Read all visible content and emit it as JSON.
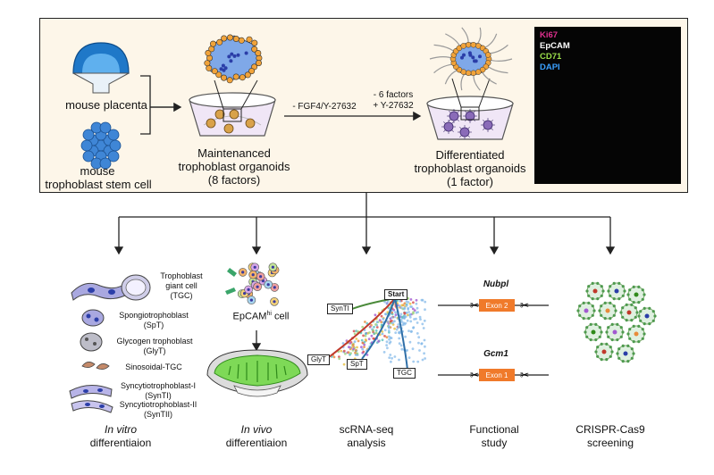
{
  "top": {
    "mouse_placenta": "mouse placenta",
    "tsc_line1": "mouse",
    "tsc_line2": "trophoblast stem cell",
    "arrow1_label": "- FGF4/Y-27632",
    "arrow2_line1": "- 6 factors",
    "arrow2_line2": "+ Y-27632",
    "maint_line1": "Maintenanced",
    "maint_line2": "trophoblast organoids",
    "maint_line3": "(8 factors)",
    "diff_line1": "Differentiated",
    "diff_line2": "trophoblast organoids",
    "diff_line3": "(1 factor)",
    "legend": [
      {
        "text": "Ki67",
        "color": "#e0308f"
      },
      {
        "text": "EpCAM",
        "color": "#ffffff"
      },
      {
        "text": "CD71",
        "color": "#9be04a"
      },
      {
        "text": "DAPI",
        "color": "#3aa0ff"
      }
    ]
  },
  "invitro": {
    "tgc_1": "Trophoblast",
    "tgc_2": "giant cell",
    "tgc_3": "(TGC)",
    "spt_1": "Spongiotrophoblast",
    "spt_2": "(SpT)",
    "glyt_1": "Glycogen trophoblast",
    "glyt_2": "(GlyT)",
    "sino": "Sinosoidal-TGC",
    "syn1_1": "Syncytiotrophoblast-I",
    "syn1_2": "(SynTI)",
    "syn2_1": "Syncytiotrophoblast-II",
    "syn2_2": "(SynTII)",
    "caption_italic": "In vitro",
    "caption_rest": "differentiaion"
  },
  "invivo": {
    "cell_label": "EpCAM",
    "cell_sup": "hi",
    "cell_suffix": " cell",
    "caption_italic": "In vivo",
    "caption_rest": "differentiaion"
  },
  "scrna": {
    "start": "Start",
    "synti": "SynTI",
    "glyt": "GlyT",
    "spt": "SpT",
    "tgc": "TGC",
    "caption1": "scRNA-seq",
    "caption2": "analysis"
  },
  "functional": {
    "gene1": "Nubpl",
    "exon1": "Exon 2",
    "gene2": "Gcm1",
    "exon2": "Exon 1",
    "caption1": "Functional",
    "caption2": "study"
  },
  "crispr": {
    "caption1": "CRISPR-Cas9",
    "caption2": "screening"
  }
}
